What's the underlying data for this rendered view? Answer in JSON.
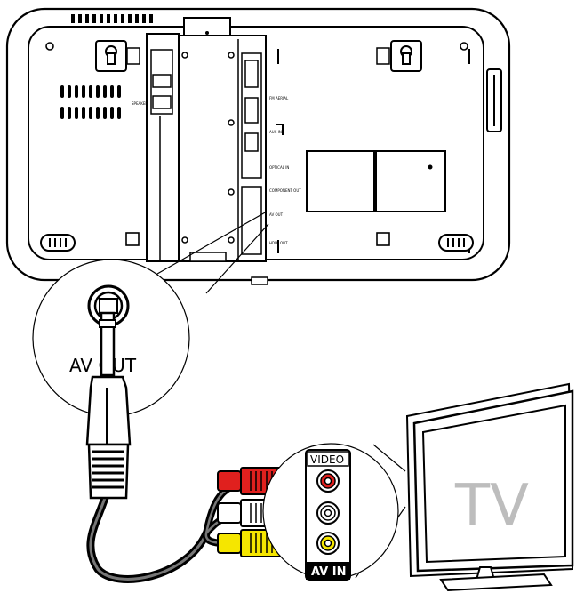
{
  "labels": {
    "av_out": "AV OUT",
    "video": "VIDEO",
    "av_in": "AV IN",
    "tv": "TV"
  },
  "panel_labels": {
    "speaker_out": "SPEAKER OUT",
    "fm_aerial": "FM AERIAL",
    "aux_in": "AUX IN",
    "optical_in": "OPTICAL IN",
    "component_out": "COMPONENT OUT",
    "av_out_small": "AV OUT",
    "hdmi_out": "HDMI OUT"
  },
  "colors": {
    "video_plug": "#e0201e",
    "audio_left_plug": "#ffffff",
    "audio_right_plug": "#f5e600",
    "av_in_badge": "#000000",
    "tv_text": "#bdbdbd"
  }
}
